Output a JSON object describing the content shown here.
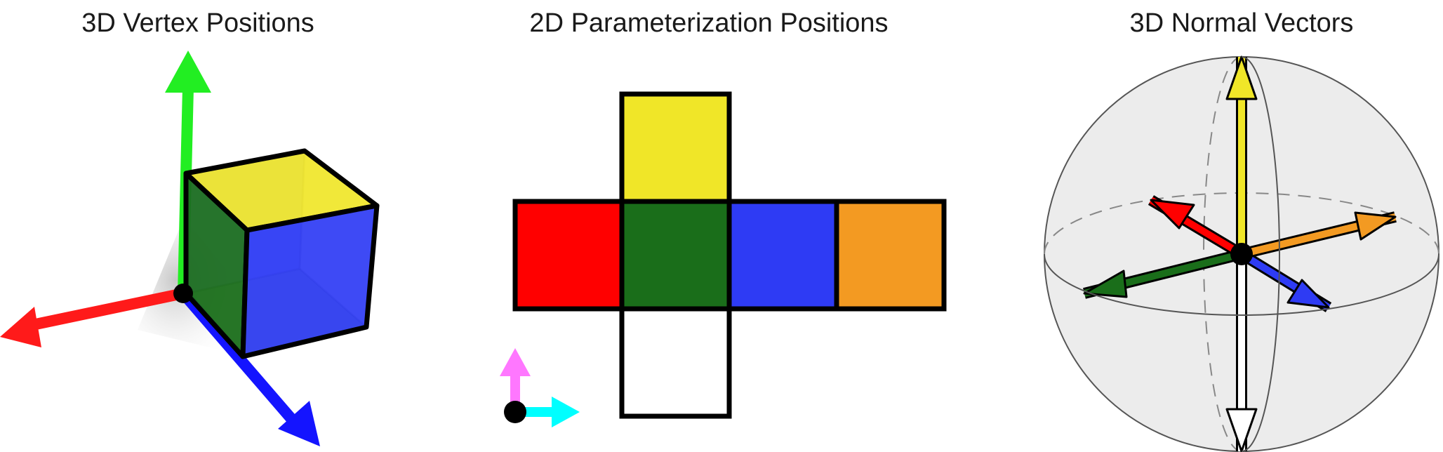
{
  "panels": [
    {
      "title": "3D Vertex Positions"
    },
    {
      "title": "2D Parameterization Positions"
    },
    {
      "title": "3D Normal Vectors"
    }
  ],
  "colors": {
    "axis_x": "#ff1a1a",
    "axis_y": "#22ee22",
    "axis_z": "#1414ff",
    "param_u": "#00ffff",
    "param_v": "#ff77ff",
    "face_top": "#f0e628",
    "face_left": "#ff0000",
    "face_front": "#1a6e1a",
    "face_right": "#2e3bf4",
    "face_back": "#f39a22",
    "face_bottom": "#ffffff",
    "outline": "#000000",
    "sphere_fill": "#ececec",
    "sphere_line": "#555555"
  }
}
